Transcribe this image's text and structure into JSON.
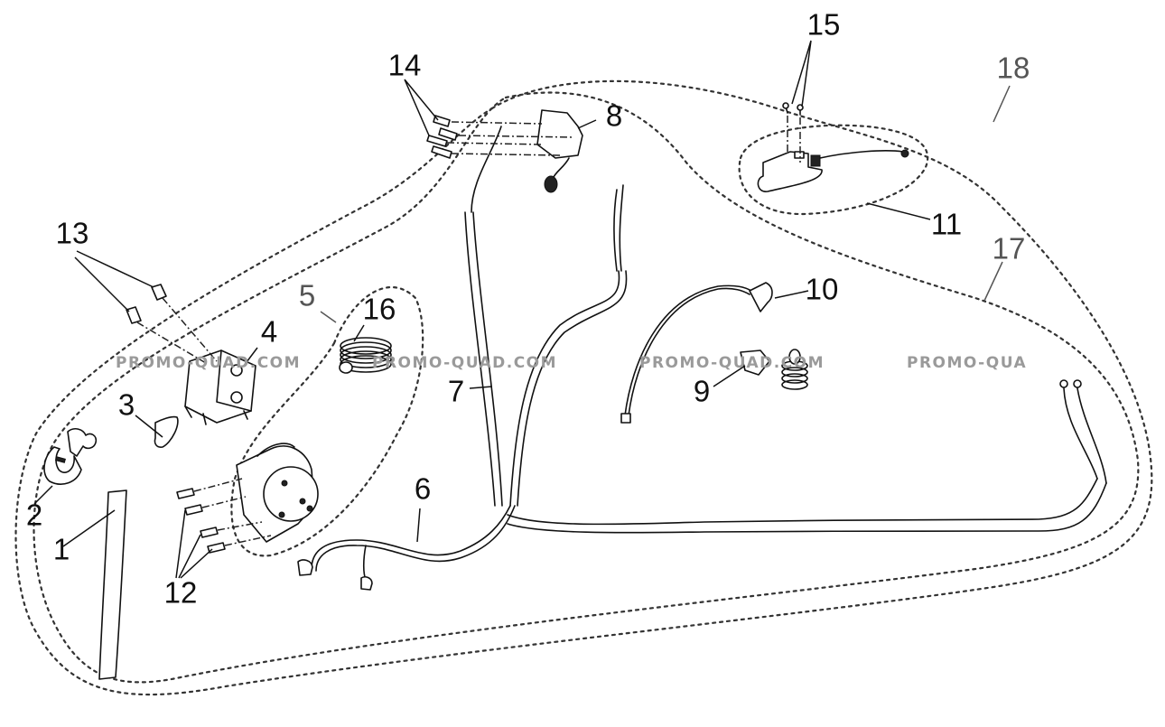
{
  "diagram": {
    "type": "exploded-parts-diagram",
    "subject": "winch kit",
    "watermark_text": "PROMO-QUAD.COM",
    "watermark_partial_text": "PROMO-QUA",
    "callouts": [
      {
        "id": "1",
        "label": "1",
        "part": "strap"
      },
      {
        "id": "2",
        "label": "2",
        "part": "hook"
      },
      {
        "id": "3",
        "label": "3",
        "part": "hook stopper"
      },
      {
        "id": "4",
        "label": "4",
        "part": "relay / contactor"
      },
      {
        "id": "5",
        "label": "5",
        "part": "winch assembly group"
      },
      {
        "id": "6",
        "label": "6",
        "part": "motor cable"
      },
      {
        "id": "7",
        "label": "7",
        "part": "main harness"
      },
      {
        "id": "8",
        "label": "8",
        "part": "switch"
      },
      {
        "id": "9",
        "label": "9",
        "part": "cable clip"
      },
      {
        "id": "10",
        "label": "10",
        "part": "connector lead"
      },
      {
        "id": "11",
        "label": "11",
        "part": "handlebar switch group"
      },
      {
        "id": "12",
        "label": "12",
        "part": "winch mounting bolts"
      },
      {
        "id": "13",
        "label": "13",
        "part": "relay bolts"
      },
      {
        "id": "14",
        "label": "14",
        "part": "switch bolts"
      },
      {
        "id": "15",
        "label": "15",
        "part": "switch screws"
      },
      {
        "id": "16",
        "label": "16",
        "part": "wire rope"
      },
      {
        "id": "17",
        "label": "17",
        "part": "electrical kit group"
      },
      {
        "id": "18",
        "label": "18",
        "part": "complete kit group"
      }
    ],
    "colors": {
      "line": "#111111",
      "group_label": "#555555",
      "watermark": "#9a9a9a",
      "background": "#ffffff"
    }
  }
}
